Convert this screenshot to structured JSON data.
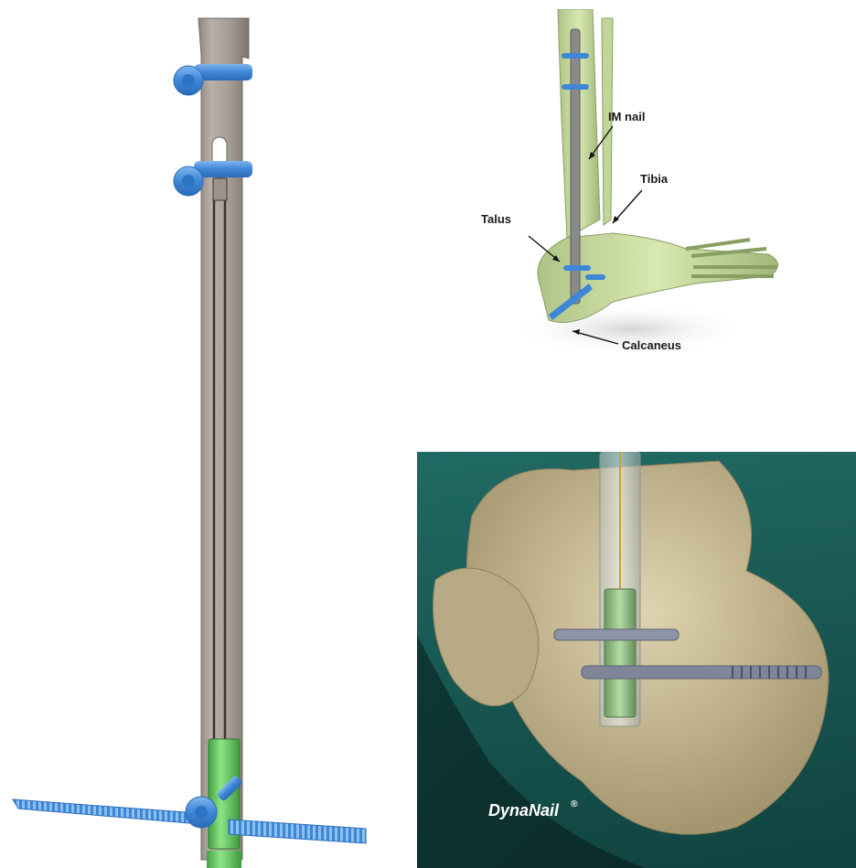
{
  "labels": {
    "im_nail": "IM nail",
    "tibia": "Tibia",
    "talus": "Talus",
    "calcaneus": "Calcaneus"
  },
  "brand": {
    "name": "DynaNail",
    "mark": "®"
  },
  "colors": {
    "nail_gray": "#a49c94",
    "screw_blue": "#4a90d9",
    "sleeve_green": "#6fcf6a",
    "bone": "#cfe0a8",
    "teal": "#1f6f6a",
    "bone_render": "#c6b892"
  }
}
